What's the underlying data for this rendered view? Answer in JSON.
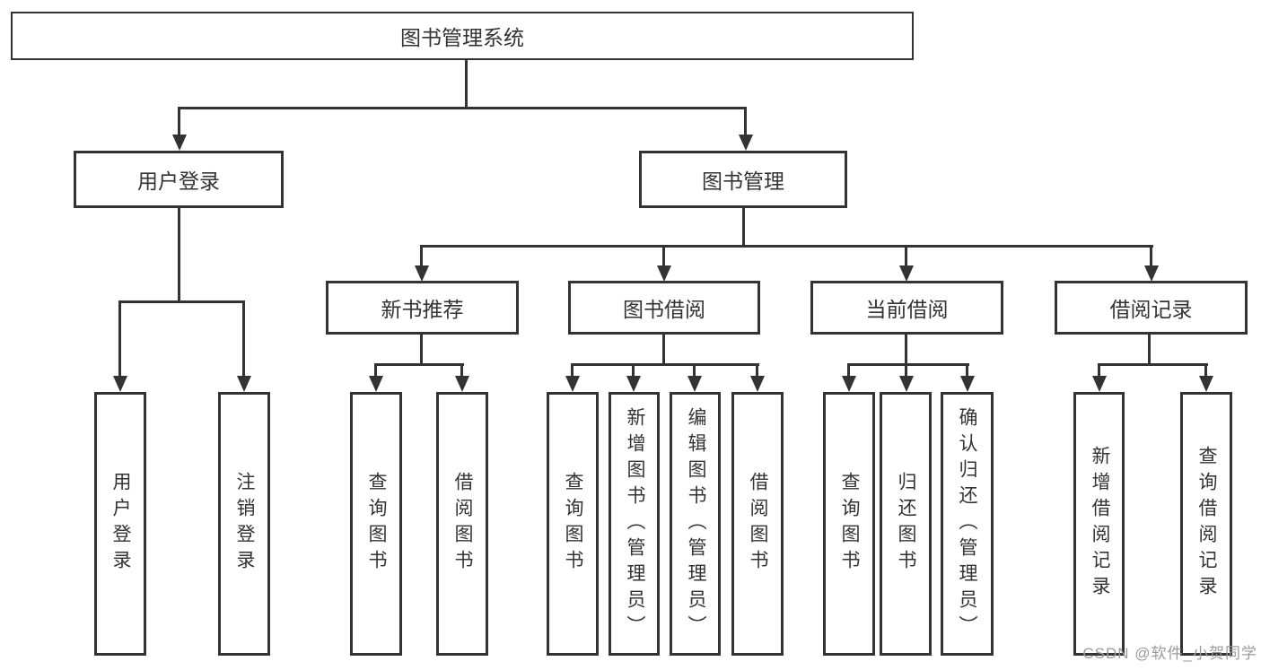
{
  "colors": {
    "line": "#333333",
    "text": "#333333",
    "box_background": "#ffffff",
    "watermark": "#9b9b9b"
  },
  "watermark": "CSDN @软件_小贺同学",
  "tree": {
    "root": "图书管理系统",
    "branches": [
      {
        "label": "用户登录",
        "children": [
          "用户登录",
          "注销登录"
        ]
      },
      {
        "label": "图书管理",
        "groups": [
          {
            "label": "新书推荐",
            "children": [
              "查询图书",
              "借阅图书"
            ]
          },
          {
            "label": "图书借阅",
            "children": [
              "查询图书",
              "新增图书（管理员）",
              "编辑图书（管理员）",
              "借阅图书"
            ]
          },
          {
            "label": "当前借阅",
            "children": [
              "查询图书",
              "归还图书",
              "确认归还（管理员）"
            ]
          },
          {
            "label": "借阅记录",
            "children": [
              "新增借阅记录",
              "查询借阅记录"
            ]
          }
        ]
      }
    ]
  }
}
